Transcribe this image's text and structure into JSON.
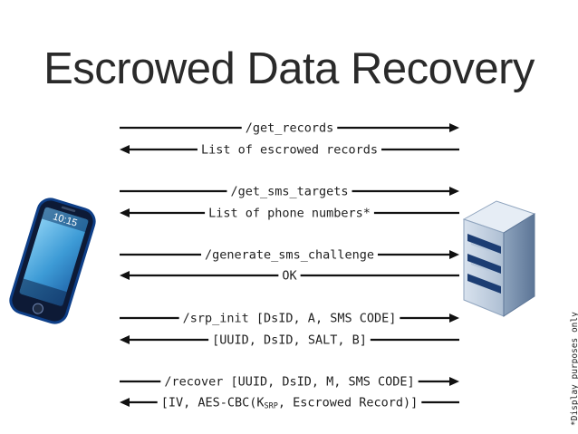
{
  "title": "Escrowed Data Recovery",
  "phone": {
    "time": "10:15"
  },
  "messages": [
    {
      "direction": "right",
      "label": "/get_records"
    },
    {
      "direction": "left",
      "label": "List of escrowed records"
    },
    {
      "direction": "right",
      "label": "/get_sms_targets"
    },
    {
      "direction": "left",
      "label": "List of phone numbers*"
    },
    {
      "direction": "right",
      "label": "/generate_sms_challenge"
    },
    {
      "direction": "left",
      "label": "OK"
    },
    {
      "direction": "right",
      "label": "/srp_init [DsID, A, SMS CODE]"
    },
    {
      "direction": "left",
      "label": "[UUID, DsID, SALT, B]"
    },
    {
      "direction": "right",
      "label": "/recover [UUID, DsID, M, SMS CODE]"
    },
    {
      "direction": "left",
      "label_parts": [
        "[IV, AES-CBC(K",
        "SRP",
        ", Escrowed Record)]"
      ]
    }
  ],
  "footnote": "*Display purposes only",
  "colors": {
    "arrow": "#111111",
    "phone_frame": "#0e3f88",
    "screen": "#4aa3d8",
    "server_body": "#6c87a6",
    "server_stripe": "#1c3d73"
  }
}
